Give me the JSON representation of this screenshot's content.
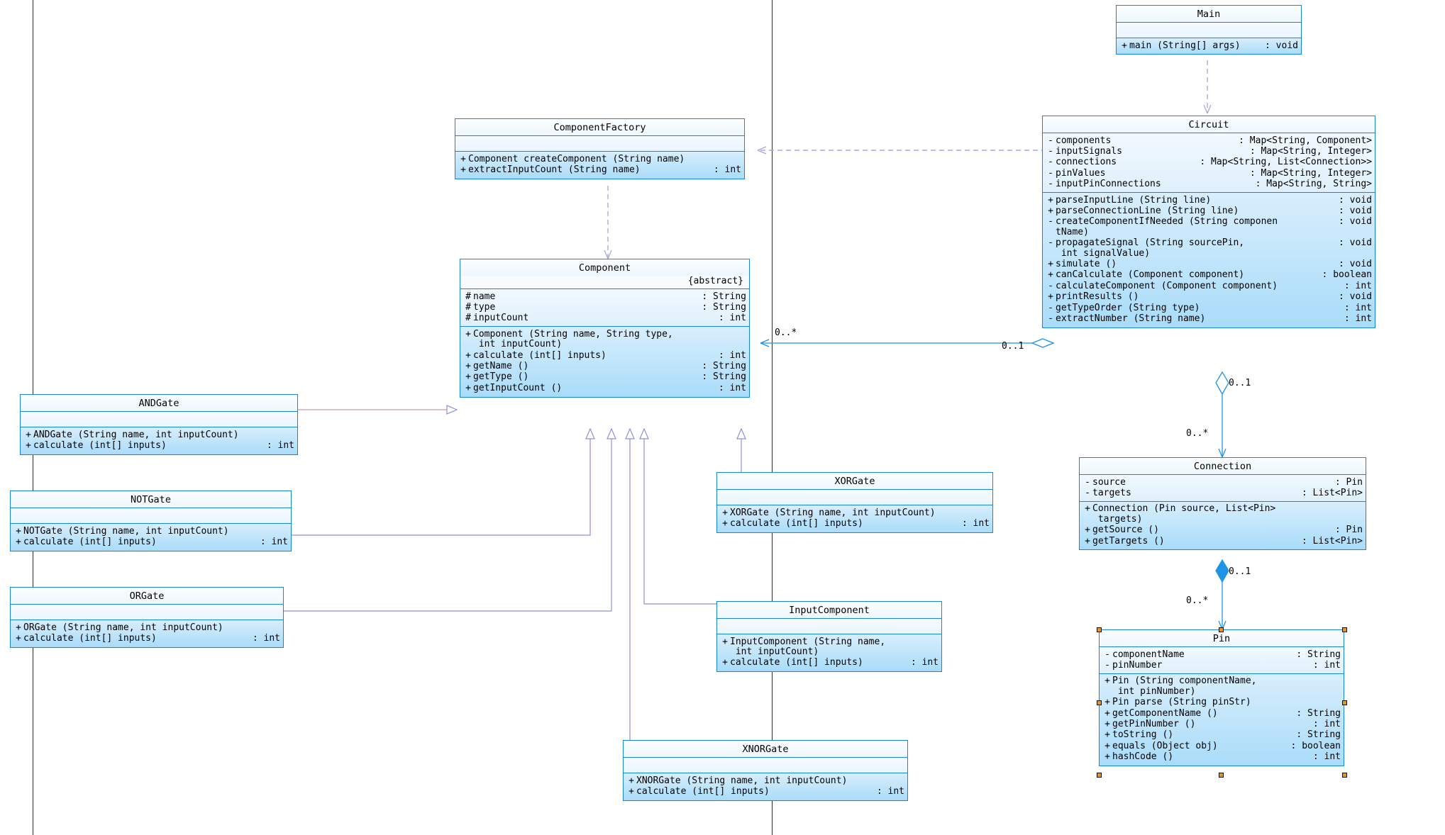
{
  "diagram": {
    "title": "Logic Circuit Simulator UML Class Diagram",
    "type": "uml-class-diagram",
    "colors": {
      "border": "#1886d8",
      "title_fill": "#f6fbfe",
      "attr_fill": "#e6f3fc",
      "op_fill": "#b6e1fa",
      "inheritance_line": "#8f8fd8",
      "association_line": "#1f93e8",
      "dependency_line": "#a9a9e0",
      "selection_handle": "#f29111"
    }
  },
  "classes": {
    "main": {
      "name": "Main",
      "stereotype": "",
      "attributes": [],
      "operations": [
        {
          "vis": "+",
          "sig": "main (String[] args)",
          "type": ": void"
        }
      ]
    },
    "circuit": {
      "name": "Circuit",
      "stereotype": "",
      "attributes": [
        {
          "vis": "-",
          "sig": "components",
          "type": ": Map<String, Component>"
        },
        {
          "vis": "-",
          "sig": "inputSignals",
          "type": ": Map<String, Integer>"
        },
        {
          "vis": "-",
          "sig": "connections",
          "type": ": Map<String, List<Connection>>"
        },
        {
          "vis": "-",
          "sig": "pinValues",
          "type": ": Map<String, Integer>"
        },
        {
          "vis": "-",
          "sig": "inputPinConnections",
          "type": ": Map<String, String>"
        }
      ],
      "operations": [
        {
          "vis": "+",
          "sig": "parseInputLine (String line)",
          "type": ": void"
        },
        {
          "vis": "+",
          "sig": "parseConnectionLine (String line)",
          "type": ": void"
        },
        {
          "vis": "-",
          "sig": "createComponentIfNeeded (String componen\ntName)",
          "type": ": void"
        },
        {
          "vis": "-",
          "sig": "propagateSignal (String sourcePin,\n int signalValue)",
          "type": ": void"
        },
        {
          "vis": "+",
          "sig": "simulate ()",
          "type": ": void"
        },
        {
          "vis": "+",
          "sig": "canCalculate (Component component)",
          "type": ": boolean"
        },
        {
          "vis": "-",
          "sig": "calculateComponent (Component component)",
          "type": ": int"
        },
        {
          "vis": "+",
          "sig": "printResults ()",
          "type": ": void"
        },
        {
          "vis": "-",
          "sig": "getTypeOrder (String type)",
          "type": ": int"
        },
        {
          "vis": "-",
          "sig": "extractNumber (String name)",
          "type": ": int"
        }
      ]
    },
    "componentfactory": {
      "name": "ComponentFactory",
      "stereotype": "",
      "attributes": [],
      "operations": [
        {
          "vis": "+",
          "sig": "Component createComponent (String name)",
          "type": ""
        },
        {
          "vis": "+",
          "sig": "extractInputCount (String name)",
          "type": ": int"
        }
      ]
    },
    "component": {
      "name": "Component",
      "stereotype": "{abstract}",
      "attributes": [
        {
          "vis": "#",
          "sig": "name",
          "type": ": String"
        },
        {
          "vis": "#",
          "sig": "type",
          "type": ": String"
        },
        {
          "vis": "#",
          "sig": "inputCount",
          "type": ": int"
        }
      ],
      "operations": [
        {
          "vis": "+",
          "sig": "Component (String name, String type,\n int inputCount)",
          "type": ""
        },
        {
          "vis": "+",
          "sig": "calculate (int[] inputs)",
          "type": ": int"
        },
        {
          "vis": "+",
          "sig": "getName ()",
          "type": ": String"
        },
        {
          "vis": "+",
          "sig": "getType ()",
          "type": ": String"
        },
        {
          "vis": "+",
          "sig": "getInputCount ()",
          "type": ": int"
        }
      ]
    },
    "andgate": {
      "name": "ANDGate",
      "stereotype": "",
      "attributes": [],
      "operations": [
        {
          "vis": "+",
          "sig": "ANDGate (String name, int inputCount)",
          "type": ""
        },
        {
          "vis": "+",
          "sig": "calculate (int[] inputs)",
          "type": ": int"
        }
      ]
    },
    "notgate": {
      "name": "NOTGate",
      "stereotype": "",
      "attributes": [],
      "operations": [
        {
          "vis": "+",
          "sig": "NOTGate (String name, int inputCount)",
          "type": ""
        },
        {
          "vis": "+",
          "sig": "calculate (int[] inputs)",
          "type": ": int"
        }
      ]
    },
    "orgate": {
      "name": "ORGate",
      "stereotype": "",
      "attributes": [],
      "operations": [
        {
          "vis": "+",
          "sig": "ORGate (String name, int inputCount)",
          "type": ""
        },
        {
          "vis": "+",
          "sig": "calculate (int[] inputs)",
          "type": ": int"
        }
      ]
    },
    "xorgate": {
      "name": "XORGate",
      "stereotype": "",
      "attributes": [],
      "operations": [
        {
          "vis": "+",
          "sig": "XORGate (String name, int inputCount)",
          "type": ""
        },
        {
          "vis": "+",
          "sig": "calculate (int[] inputs)",
          "type": ": int"
        }
      ]
    },
    "inputcomponent": {
      "name": "InputComponent",
      "stereotype": "",
      "attributes": [],
      "operations": [
        {
          "vis": "+",
          "sig": "InputComponent (String name,\n int inputCount)",
          "type": ""
        },
        {
          "vis": "+",
          "sig": "calculate (int[] inputs)",
          "type": ": int"
        }
      ]
    },
    "xnorgate": {
      "name": "XNORGate",
      "stereotype": "",
      "attributes": [],
      "operations": [
        {
          "vis": "+",
          "sig": "XNORGate (String name, int inputCount)",
          "type": ""
        },
        {
          "vis": "+",
          "sig": "calculate (int[] inputs)",
          "type": ": int"
        }
      ]
    },
    "connection": {
      "name": "Connection",
      "stereotype": "",
      "attributes": [
        {
          "vis": "-",
          "sig": "source",
          "type": ": Pin"
        },
        {
          "vis": "-",
          "sig": "targets",
          "type": ": List<Pin>"
        }
      ],
      "operations": [
        {
          "vis": "+",
          "sig": "Connection (Pin source, List<Pin>\n targets)",
          "type": ""
        },
        {
          "vis": "+",
          "sig": "getSource ()",
          "type": ": Pin"
        },
        {
          "vis": "+",
          "sig": "getTargets ()",
          "type": ": List<Pin>"
        }
      ]
    },
    "pin": {
      "name": "Pin",
      "stereotype": "",
      "selected": true,
      "attributes": [
        {
          "vis": "-",
          "sig": "componentName",
          "type": ": String"
        },
        {
          "vis": "-",
          "sig": "pinNumber",
          "type": ": int"
        }
      ],
      "operations": [
        {
          "vis": "+",
          "sig": "Pin (String componentName,\n int pinNumber)",
          "type": ""
        },
        {
          "vis": "+",
          "sig": "Pin parse (String pinStr)",
          "type": ""
        },
        {
          "vis": "+",
          "sig": "getComponentName ()",
          "type": ": String"
        },
        {
          "vis": "+",
          "sig": "getPinNumber ()",
          "type": ": int"
        },
        {
          "vis": "+",
          "sig": "toString ()",
          "type": ": String"
        },
        {
          "vis": "+",
          "sig": "equals (Object obj)",
          "type": ": boolean"
        },
        {
          "vis": "+",
          "sig": "hashCode ()",
          "type": ": int"
        }
      ]
    }
  },
  "multiplicities": {
    "component_circuit_left": "0..*",
    "component_circuit_right": "0..1",
    "circuit_connection_top": "0..1",
    "circuit_connection_bottom": "0..*",
    "connection_pin_top": "0..1",
    "connection_pin_bottom": "0..*"
  }
}
